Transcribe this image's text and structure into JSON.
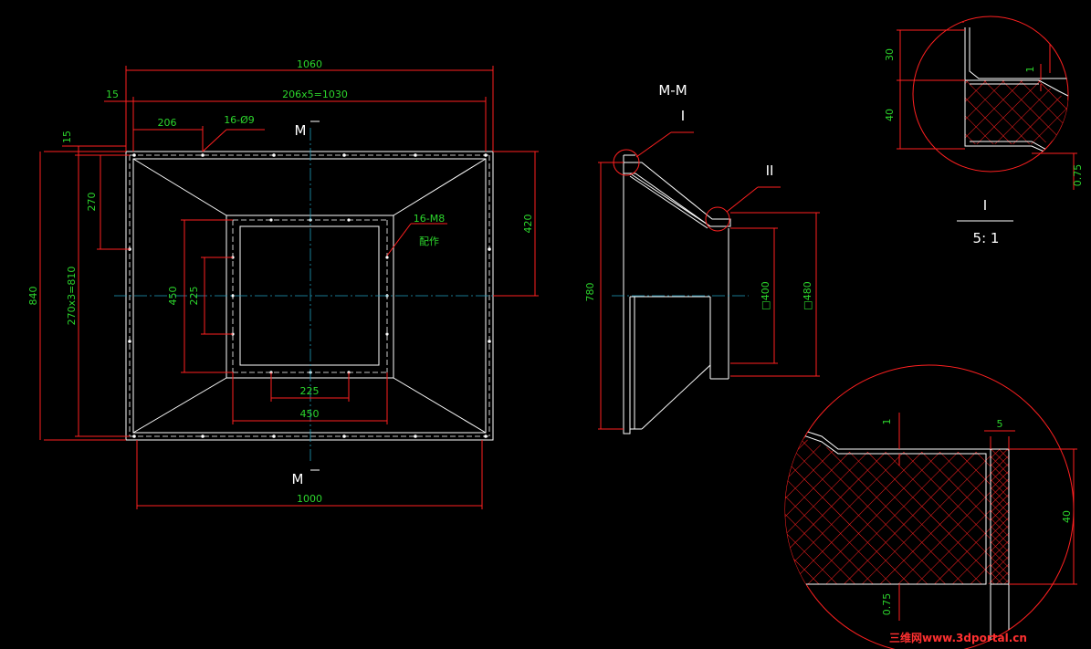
{
  "front_view": {
    "dim_overall_width": "1060",
    "dim_hole_spacing": "206x5=1030",
    "dim_edge_offset_left": "15",
    "dim_first_hole": "206",
    "hole_callout": "16-Ø9",
    "dim_edge_offset_top": "15",
    "dim_height": "840",
    "dim_vertical_spacing": "270x3=810",
    "dim_first_vertical": "270",
    "dim_inner_height": "420",
    "dim_inner_450_vertical": "450",
    "dim_inner_225_vertical": "225",
    "dim_inner_225_horizontal": "225",
    "dim_inner_450_horizontal": "450",
    "bolt_callout": "16-M8",
    "bolt_note": "配作",
    "dim_bottom_width": "1000",
    "section_marker_top": "M",
    "section_marker_bottom": "M"
  },
  "section_view": {
    "title": "M-M",
    "detail_I": "I",
    "detail_II": "II",
    "dim_height": "780",
    "dim_inner_square": "□400",
    "dim_outer_square": "□480"
  },
  "detail_I": {
    "dim_top": "30",
    "dim_bottom": "40",
    "dim_thickness": "1",
    "dim_sheet": "0.75",
    "label": "I",
    "scale": "5: 1"
  },
  "detail_II": {
    "dim_thickness": "1",
    "dim_flange": "5",
    "dim_height": "40",
    "dim_sheet": "0.75"
  },
  "watermark": "三维网www.3dportal.cn",
  "colors": {
    "background": "#000000",
    "dimension": "#ff2020",
    "text": "#2cd52c",
    "geometry": "#ffffff",
    "centerline": "#1fa0c0"
  }
}
